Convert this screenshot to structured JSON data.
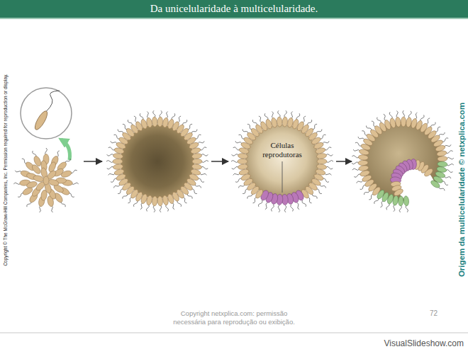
{
  "diagram": {
    "title": "Da unicelularidade à multicelularidade.",
    "labels": [
      "Copyright © The McGraw-Hill Companies, Inc. Permission required for reproduction or display.",
      "Células reprodutoras",
      "Origem da multicelularidade © netxplica.com",
      "Copyright netxplica.com: permissão necessária para reprodução ou exibição.",
      "72",
      "VisualSlideshow.com"
    ]
  }
}
